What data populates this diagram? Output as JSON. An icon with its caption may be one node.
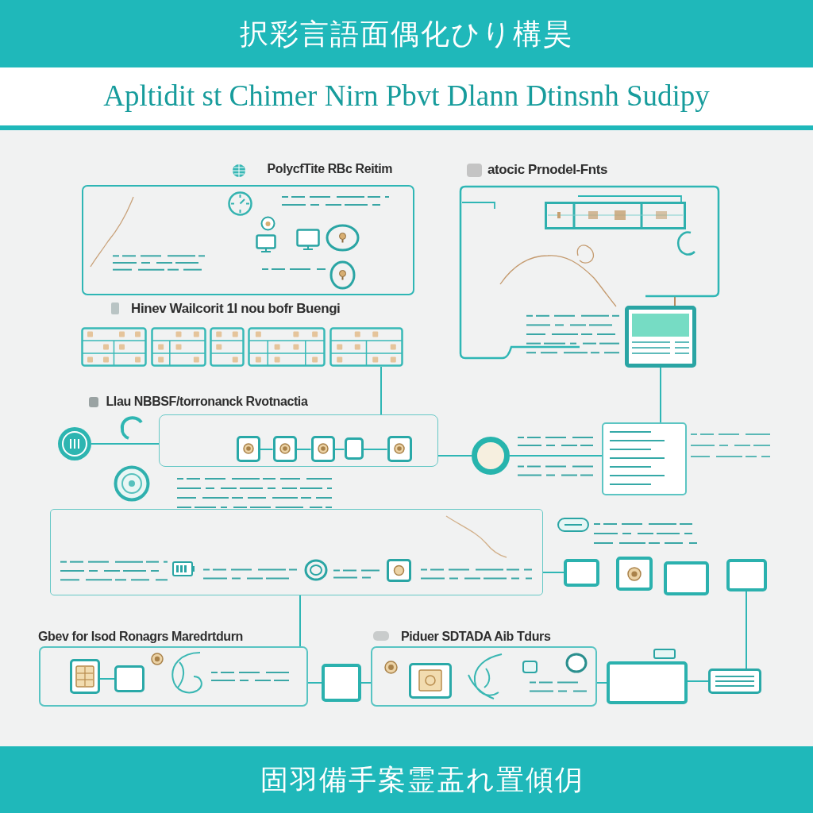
{
  "diagram": {
    "title": "択彩言語面偶化ひり構昊",
    "caption": "固羽備手案霊盂れ置傾仴",
    "labels": [
      "Apltidit st Chimer Nirn Pbvt Dlann Dtinsnh Sudipy"
    ],
    "nodes": [
      {
        "text": [
          "PolycfTite RBc Reitim"
        ]
      },
      {
        "text": [
          "atocic Prnodel-Fnts"
        ]
      },
      {
        "text": [
          "Hinev Wailcorit 1I nou bofr Buengi"
        ]
      },
      {
        "text": [],
        "shape": "box"
      },
      {
        "text": [
          "Llau NBBSF/torronanck Rvotnactia"
        ]
      },
      {
        "text": [],
        "shape": "box",
        "in": 4
      },
      {
        "text": [],
        "shape": "box",
        "in": 4
      },
      {
        "text": [],
        "shape": "box",
        "in": 4
      },
      {
        "text": [],
        "shape": "box",
        "in": 4
      },
      {
        "text": [],
        "shape": "box",
        "in": 4
      },
      {
        "text": [],
        "shape": "circle"
      },
      {
        "text": [],
        "shape": "circle"
      },
      {
        "text": [],
        "shape": "box"
      },
      {
        "text": [],
        "shape": "box"
      },
      {
        "text": [],
        "shape": "box"
      },
      {
        "text": [],
        "shape": "box"
      },
      {
        "text": [],
        "shape": "box"
      },
      {
        "text": [],
        "shape": "box"
      },
      {
        "text": [
          "Gbev for Isod Ronagrs Maredrtdurn"
        ]
      },
      {
        "text": [],
        "shape": "box",
        "in": 18
      },
      {
        "text": [],
        "shape": "box",
        "in": 18
      },
      {
        "text": [],
        "shape": "box"
      },
      {
        "text": [
          "Piduer SDTADA Aib Tdurs"
        ]
      },
      {
        "text": [],
        "shape": "box",
        "in": 22
      },
      {
        "text": [],
        "shape": "box"
      },
      {
        "text": [],
        "shape": "box"
      }
    ],
    "edges": [
      {
        "from": 10,
        "to": 4,
        "arrow": "none"
      },
      {
        "from": 5,
        "to": 6,
        "arrow": "none"
      },
      {
        "from": 6,
        "to": 7,
        "arrow": "none"
      },
      {
        "from": 7,
        "to": 8,
        "arrow": "none"
      },
      {
        "from": 8,
        "to": 9,
        "arrow": "none"
      },
      {
        "from": 4,
        "to": 11,
        "arrow": "none"
      },
      {
        "from": 11,
        "to": 12,
        "arrow": "none"
      },
      {
        "from": 1,
        "to": 3,
        "arrow": "none",
        "color": "#b98a5e"
      },
      {
        "from": 2,
        "to": 4,
        "arrow": "none"
      },
      {
        "from": 3,
        "to": 12,
        "arrow": "none"
      },
      {
        "from": 13,
        "to": 14,
        "arrow": "none"
      },
      {
        "from": 13,
        "to": 18,
        "arrow": "none"
      },
      {
        "from": 18,
        "to": 21,
        "arrow": "none"
      },
      {
        "from": 21,
        "to": 22,
        "arrow": "none"
      },
      {
        "from": 22,
        "to": 24,
        "arrow": "none"
      },
      {
        "from": 24,
        "to": 25,
        "arrow": "none"
      },
      {
        "from": 19,
        "to": 20,
        "arrow": "none"
      },
      {
        "from": 17,
        "to": 25,
        "arrow": "none"
      }
    ]
  }
}
